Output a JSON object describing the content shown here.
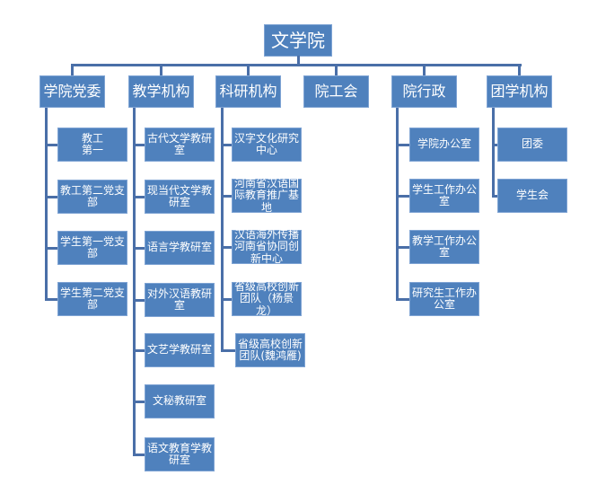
{
  "root": "文学院",
  "groups": [
    {
      "label": "学院党委",
      "children": [
        "教工\n第一",
        "教工第二党支部",
        "学生第一党支部",
        "学生第二党支部"
      ]
    },
    {
      "label": "教学机构",
      "children": [
        "古代文学教研室",
        "现当代文学教研室",
        "语言学教研室",
        "对外汉语教研室",
        "文艺学教研室",
        "文秘教研室",
        "语文教育学教研室"
      ]
    },
    {
      "label": "科研机构",
      "children": [
        "汉字文化研究中心",
        "河南省汉语国际教育推广基地",
        "汉语海外传播河南省协同创新中心",
        "省级高校创新团队（杨景龙）",
        "省级高校创新团队(魏鸿雁)"
      ]
    },
    {
      "label": "院工会",
      "children": []
    },
    {
      "label": "院行政",
      "children": [
        "学院办公室",
        "学生工作办公室",
        "教学工作办公室",
        "研究生工作办公室"
      ]
    },
    {
      "label": "团学机构",
      "children": [
        "团委",
        "学生会"
      ]
    }
  ],
  "colors": {
    "box": "#4f81bd",
    "line": "#4a6fa8"
  }
}
